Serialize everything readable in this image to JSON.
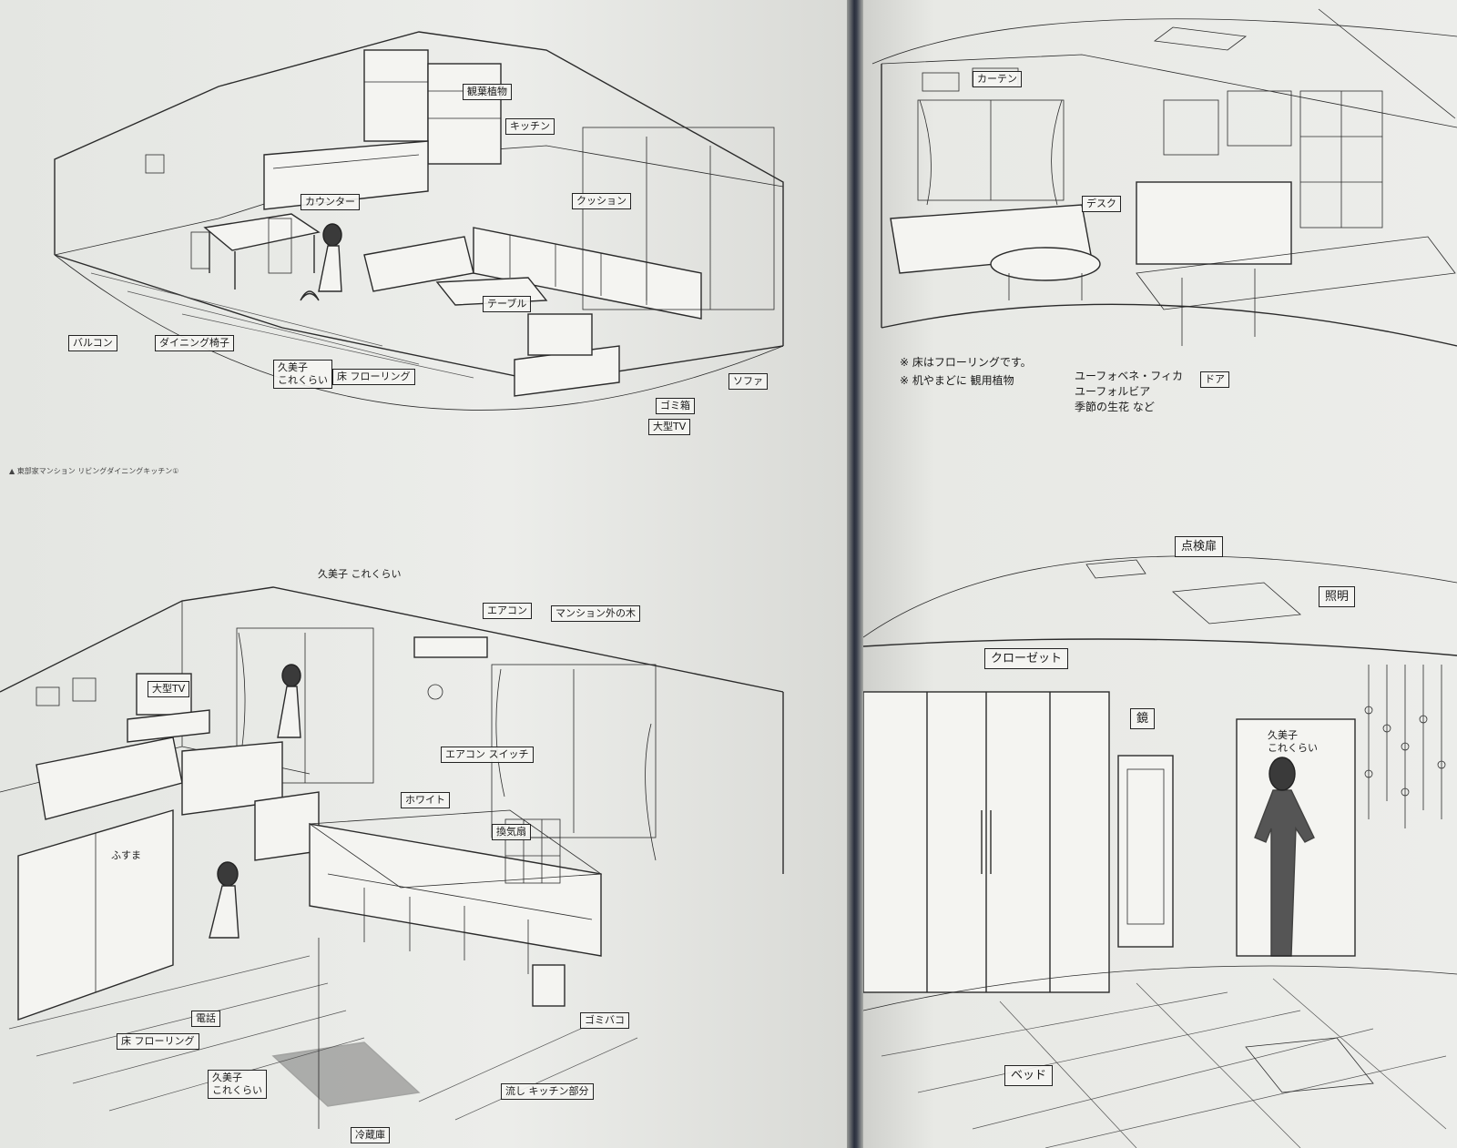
{
  "caption": "▲ 東部家マンション リビングダイニングキッチン①",
  "top_left": {
    "labels": {
      "balcony": "バルコン",
      "kitchen": "キッチン",
      "cushion": "クッション",
      "table": "テーブル",
      "dining_chair": "ダイニング椅子",
      "floor": "床 フローリング",
      "kumiko_height": "久美子\nこれくらい",
      "big_tv": "大型TV",
      "trash": "ゴミ箱",
      "sofa": "ソファ",
      "house_plant": "観葉植物",
      "counter": "カウンター"
    }
  },
  "top_right": {
    "labels": {
      "curtain": "カーテン",
      "desk": "デスク",
      "door": "ドア"
    },
    "notes": {
      "line1": "※ 床はフローリングです。",
      "line2": "※ 机やまどに 観用植物",
      "plants1": "ユーフォベネ・フィカ",
      "plants2": "ユーフォルビア",
      "plants3": "季節の生花 など"
    }
  },
  "bottom_left": {
    "labels": {
      "kumiko_top": "久美子 これくらい",
      "aircon": "エアコン",
      "mansion_trees": "マンション外の木",
      "big_tv": "大型TV",
      "white": "ホワイト",
      "range_hood": "換気扇",
      "aircon_switch": "エアコン スイッチ",
      "fusuma": "ふすま",
      "phone": "電話",
      "floor": "床 フローリング",
      "trash_box": "ゴミバコ",
      "kumiko_bottom": "久美子\nこれくらい",
      "sink_kitchen": "流し キッチン部分",
      "fridge": "冷蔵庫"
    }
  },
  "bottom_right": {
    "labels": {
      "inspection_hatch": "点検扉",
      "lighting": "照明",
      "closet": "クローゼット",
      "mirror": "鏡",
      "kumiko": "久美子\nこれくらい",
      "bed": "ベッド"
    }
  }
}
